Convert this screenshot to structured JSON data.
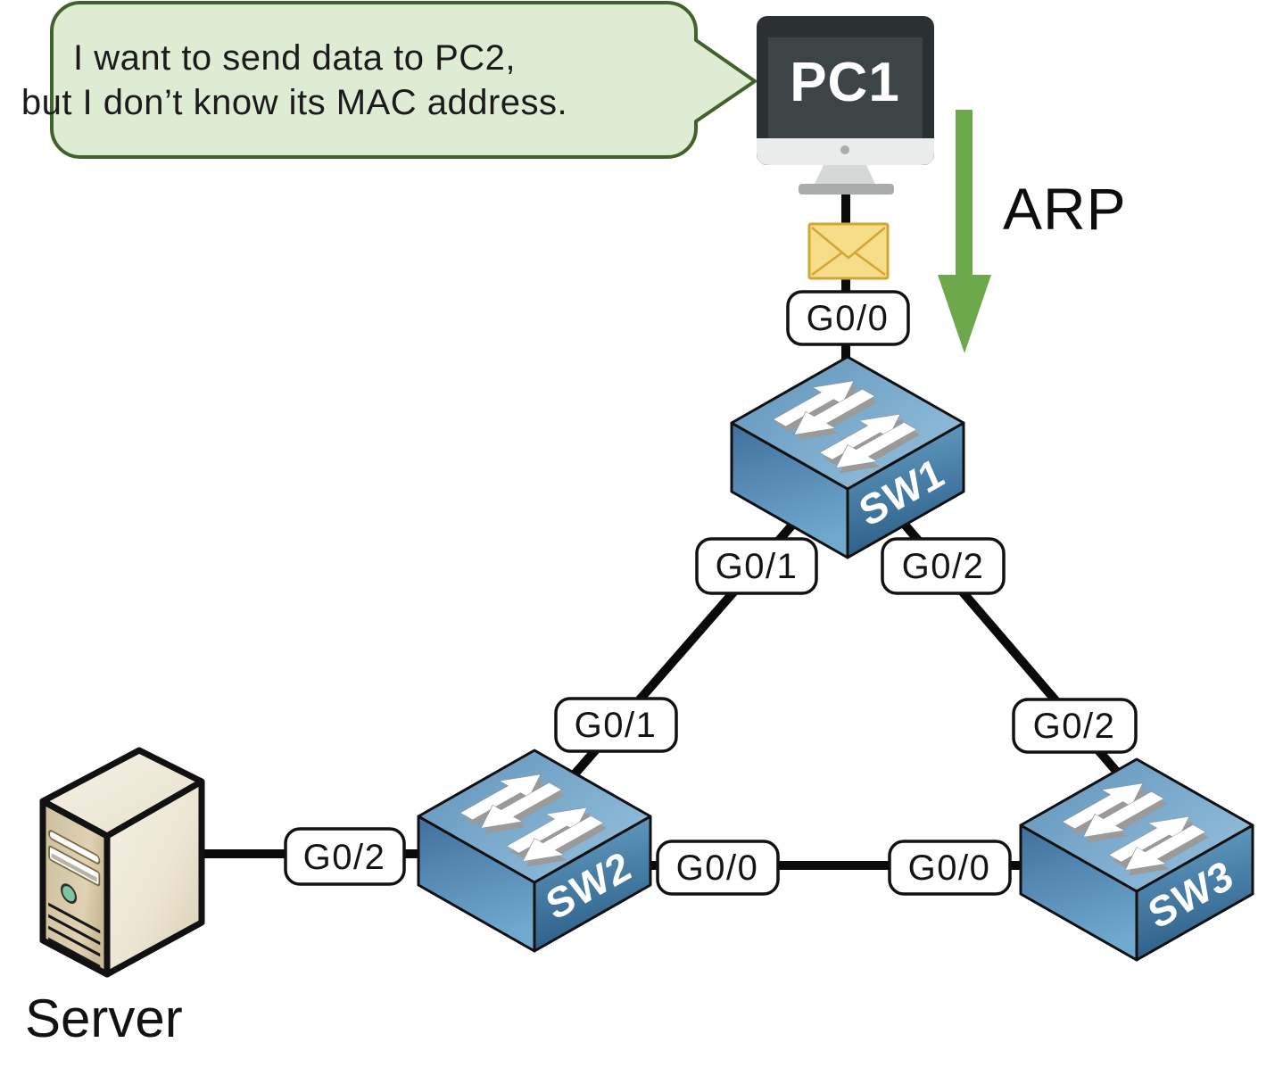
{
  "bubble": {
    "line1": "I want to send data to PC2,",
    "line2": "but I don’t know its MAC address."
  },
  "arp": {
    "label": "ARP"
  },
  "devices": {
    "pc1": {
      "label": "PC1",
      "type": "desktop-computer"
    },
    "sw1": {
      "label": "SW1",
      "type": "switch"
    },
    "sw2": {
      "label": "SW2",
      "type": "switch"
    },
    "sw3": {
      "label": "SW3",
      "type": "switch"
    },
    "server": {
      "label": "Server",
      "type": "server-tower"
    }
  },
  "ports": {
    "pc1_g00": "G0/0",
    "sw1_g01": "G0/1",
    "sw1_g02": "G0/2",
    "sw2_g01": "G0/1",
    "sw3_g02": "G0/2",
    "server_g02": "G0/2",
    "sw2_g00": "G0/0",
    "sw3_g00": "G0/0"
  },
  "links": [
    "PC1:G0/0 - SW1",
    "SW1:G0/1 - SW2:G0/1",
    "SW1:G0/2 - SW3:G0/2",
    "Server - SW2:G0/2",
    "SW2:G0/0 - SW3:G0/0"
  ],
  "colors": {
    "arrow_green": "#6da84b",
    "bubble_fill": "#dfecd4",
    "bubble_border": "#42612b",
    "switch_top": "#79a9cd",
    "switch_side_dark": "#2e6086",
    "envelope_fill": "#f6dd88",
    "envelope_border": "#d2a636",
    "line_black": "#0a0a0a",
    "label_box_fill": "#ffffff",
    "label_box_border": "#111111"
  }
}
